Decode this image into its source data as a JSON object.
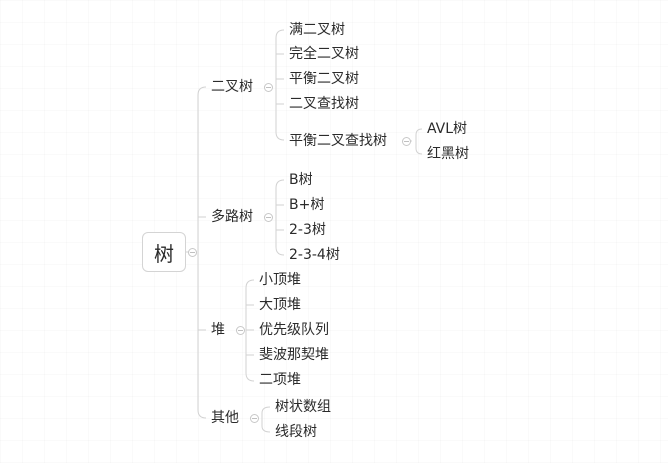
{
  "root": {
    "label": "树"
  },
  "branches": [
    {
      "label": "二叉树",
      "children": [
        {
          "label": "满二叉树"
        },
        {
          "label": "完全二叉树"
        },
        {
          "label": "平衡二叉树"
        },
        {
          "label": "二叉查找树"
        },
        {
          "label": "平衡二叉查找树",
          "children": [
            {
              "label": "AVL树"
            },
            {
              "label": "红黑树"
            }
          ]
        }
      ]
    },
    {
      "label": "多路树",
      "children": [
        {
          "label": "B树"
        },
        {
          "label": "B+树"
        },
        {
          "label": "2-3树"
        },
        {
          "label": "2-3-4树"
        }
      ]
    },
    {
      "label": "堆",
      "children": [
        {
          "label": "小顶堆"
        },
        {
          "label": "大顶堆"
        },
        {
          "label": "优先级队列"
        },
        {
          "label": "斐波那契堆"
        },
        {
          "label": "二项堆"
        }
      ]
    },
    {
      "label": "其他",
      "children": [
        {
          "label": "树状数组"
        },
        {
          "label": "线段树"
        }
      ]
    }
  ],
  "colors": {
    "line": "#cfcfcf",
    "text": "#2b2b2b",
    "border": "#d4d4d4"
  }
}
